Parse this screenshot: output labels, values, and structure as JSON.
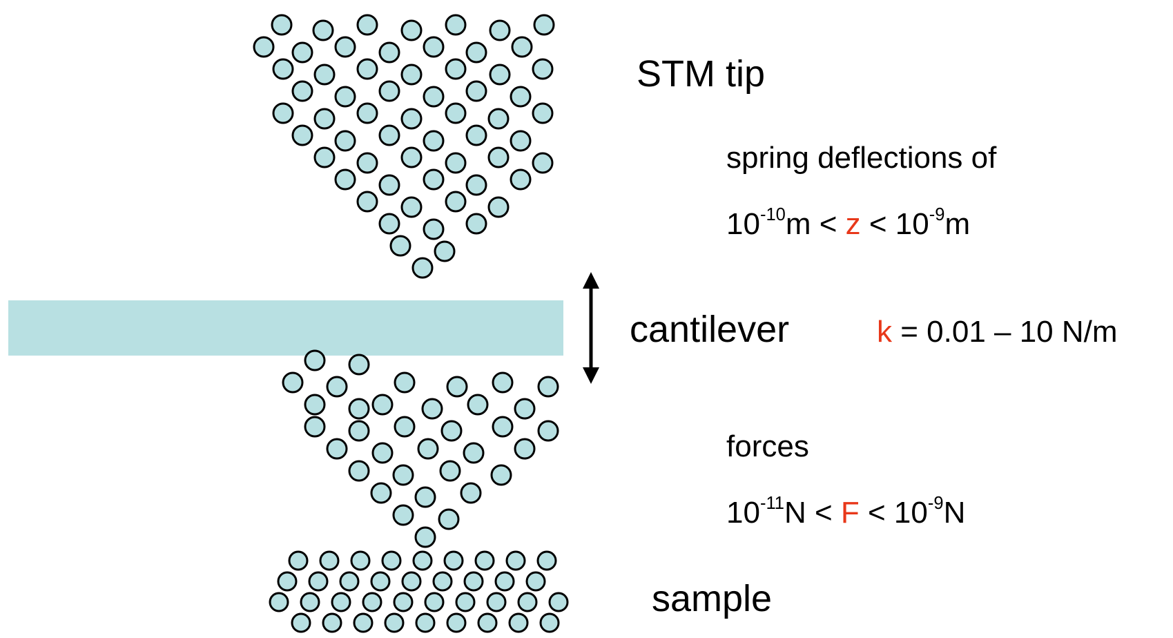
{
  "colors": {
    "atom_fill": "#b8e0e2",
    "atom_stroke": "#000000",
    "cantilever_fill": "#b8e0e2",
    "highlight": "#e8381a",
    "arrow": "#000000"
  },
  "labels": {
    "stm_tip": "STM tip",
    "cantilever": "cantilever",
    "sample": "sample"
  },
  "deflection": {
    "heading": "spring deflections of",
    "lower_base": "10",
    "lower_exp": "-10",
    "lower_unit": "m <",
    "variable": "z",
    "middle": "< 10",
    "upper_exp": "-9",
    "upper_unit": "m"
  },
  "stiffness": {
    "variable": "k",
    "text": "= 0.01 – 10 N/m"
  },
  "forces": {
    "heading": "forces",
    "lower_base": "10",
    "lower_exp": "-11",
    "lower_unit": "N <",
    "variable": "F",
    "middle": "< 10",
    "upper_exp": "-9",
    "upper_unit": "N"
  }
}
